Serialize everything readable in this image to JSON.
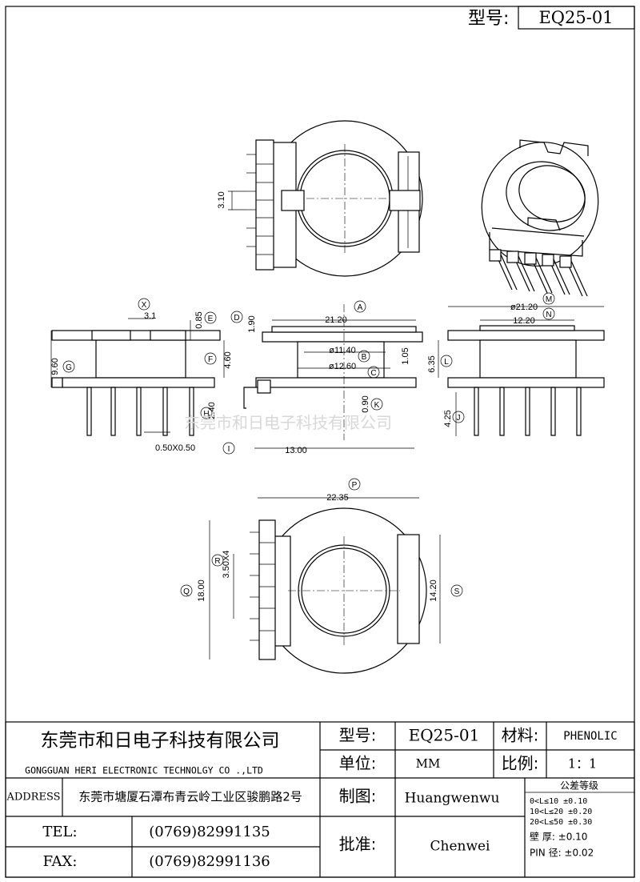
{
  "header": {
    "model_label": "型号:",
    "model_value": "EQ25-01"
  },
  "watermark": "东莞市和日电子科技有限公司",
  "callouts": [
    "A",
    "B",
    "C",
    "D",
    "E",
    "F",
    "G",
    "H",
    "I",
    "J",
    "K",
    "M",
    "N",
    "P",
    "Q",
    "R",
    "S",
    "X"
  ],
  "dimensions": {
    "top_pin_pitch": "3.10",
    "x_dim": "3.1",
    "e_dim": "0.85",
    "d_dim": "1.90",
    "f_dim": "4.60",
    "g_dim": "9.60",
    "h_dim": "2.40",
    "pin_section": "0.50X0.50",
    "a_dim": "21.20",
    "b_dim": "ø11.40",
    "c_dim": "ø12.60",
    "inner_height": "1.05",
    "k_dim": "0.90",
    "width_13": "13.00",
    "m_dim": "ø21.20",
    "n_dim": "12.20",
    "l_dim": "6.35",
    "j_dim": "4.25",
    "p_dim": "22.35",
    "q_dim": "18.00",
    "r_dim": "3.50X4",
    "s_dim": "14.20"
  },
  "title_block": {
    "company_cn": "东莞市和日电子科技有限公司",
    "company_en": "GONGGUAN HERI ELECTRONIC TECHNOLGY CO .,LTD",
    "address_label": "ADDRESS",
    "address_value": "东莞市塘厦石潭布青云岭工业区骏鹏路2号",
    "tel_label": "TEL:",
    "tel_value": "(0769)82991135",
    "fax_label": "FAX:",
    "fax_value": "(0769)82991136",
    "model_label": "型号:",
    "model_value": "EQ25-01",
    "material_label": "材料:",
    "material_value": "PHENOLIC",
    "unit_label": "单位:",
    "unit_value": "MM",
    "scale_label": "比例:",
    "scale_value": "1：1",
    "drawn_label": "制图:",
    "drawn_value": "Huangwenwu",
    "approved_label": "批准:",
    "approved_value": "Chenwei",
    "tolerance_title": "公差等级",
    "tol_1": "0<L≤10  ±0.10",
    "tol_2": "10<L≤20  ±0.20",
    "tol_3": "20<L≤50  ±0.30",
    "wall_label": "壁  厚: ±0.10",
    "pin_label": "PIN 径: ±0.02"
  }
}
